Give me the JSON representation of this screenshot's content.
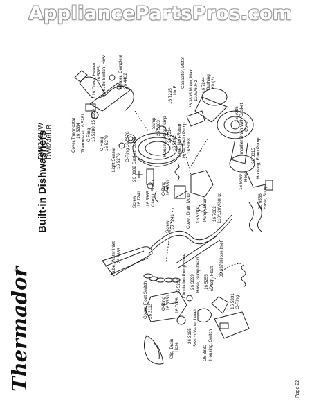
{
  "watermark": "AppliancePartsPros.com",
  "header": {
    "brand": "Thermador",
    "registered": "®",
    "title": "Built-in Dishwashers",
    "model_1": "DWI246UW",
    "model_2": "DWI246UB",
    "page_number": "Page 22"
  },
  "labels": {
    "cover_heater": "16 Cover, Heater",
    "n_16_5285": "16 5285",
    "n_06_9786": "06 9786 Switch, Flow",
    "heater_complete": "Heater, Complete",
    "n_26_4462": "26 4462",
    "cover_thermostat": "Cover,Thermostat",
    "n_16_5284": "16 5284",
    "thermostat": "Thermostat 16 5281",
    "o_ring": "O-Ring",
    "n_16_5280": "16 5280",
    "n_15_1666": "15 1666",
    "n_16_5279": "16 5279",
    "light_sensor": "Light Sensor",
    "n_16_5276": "16 5276",
    "o_ring_16_5278": "O-Ring 16 5278",
    "n_26_3102": "26 3102 Gasket, Sump",
    "sump": "Sump",
    "n_26_3103": "26 3103",
    "n_16_5262": "16 5262",
    "valve_non_return": "Valve, Non-Return",
    "hose_drain_pump": "Hose, Drain Pump",
    "n_16_5068": "16 5068",
    "n_16_7235": "16 7235",
    "ten_uf": "10uF",
    "capacitor_motor": "Capacitor, Motor",
    "n_26_3835": "26 3835  Motor, Main",
    "v110_60hz": "110V/60Hz",
    "housing_rear_pump": "Housing, Rear Pump",
    "n_26_3314": "26 3314",
    "n_16_7244": "16 7244",
    "bushing": "Bushing",
    "kit_2": "Kit (2)",
    "n_16_7085": "16 7085",
    "impeller_drain": "Impeller Drain With Gasket",
    "cover": "Cover",
    "n_26_3315": "26 3315",
    "housing_front_pump": "Housing, Front Pump",
    "n_16_5069": "16 5069",
    "hose": "Hose",
    "n_26_6556": "26 6556",
    "hose_sump": "Hose, Sump",
    "screw": "Screw",
    "n_16_7241": "16 7241",
    "n_16_5365": "16 5365",
    "clamp_sump": "Clamp, Sump",
    "n_16_5331": "16 5331",
    "cover_drain_motor": "Cover, Drain Motor",
    "n_16_5283": "16 5283",
    "pump_drain": "Pump, Drain",
    "n_16_7082": "16 7082",
    "v110_120_60hz": "110/120V/60Hz",
    "hose_inlet": "Hose Inlet",
    "n_09_6373": "09 6373",
    "tube_water_inlet": "Tube, Water Inlet",
    "n_26_3833": "26 3833",
    "n_16_5258": "16 5258",
    "circulation_pump_hose": "Circulation Pump Hose",
    "n_16_7028": "16 7028",
    "n_26_3699": "26 3699",
    "hose_sump_drain": "Hose, Sump Drain",
    "n_16_5255": "16 5255",
    "switch_float": "Switch, Float",
    "cover_float_switch": "Cover, Float Switch",
    "n_26_3113": "26 3113",
    "clip_drain": "Clip, Drain",
    "n_26_3185": "26 3185",
    "switch_water_level": "Switch Water Level",
    "n_26_3830": "26 3830",
    "housing_switch": "Housing, Switch"
  }
}
